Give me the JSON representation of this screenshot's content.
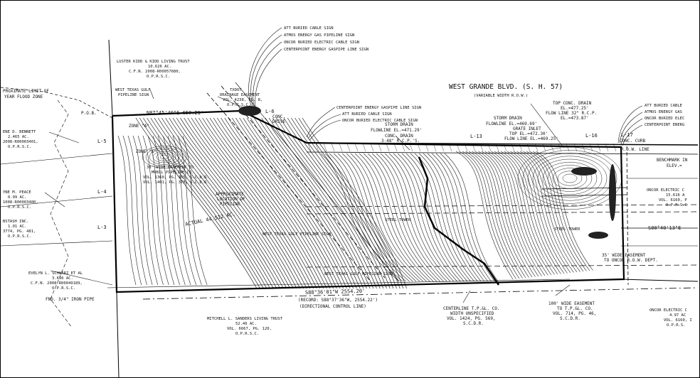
{
  "labels": {
    "road_title": "WEST GRANDE BLVD. (S. H. 57)",
    "road_sub": "(VARIABLE WIDTH R.O.W.)",
    "flood_1": "PROXIMATE LIMIT OF",
    "flood_2": "YEAR FLOOD ZONE",
    "pob": "P.O.B.",
    "bearing_n": "N87°45'40\"E 650.21'",
    "bearing_s": "S88°36'01\"W 2554.20'",
    "record_s": "(RECORD: S88°37'36\"W, 2554.22')",
    "control_line": "(DIRECTIONAL CONTROL LINE)",
    "bearing_e": "S00°40'13\"E",
    "acreage": "ACTUAL 44.512 AC.",
    "zone_a": "ZONE \"A\"",
    "zone_x": "ZONE \"X\"",
    "iron_pipe": "FND. 3/4\" IRON PIPE",
    "row_line": "R.O.W. LINE",
    "conc_curb": "CONC. CURB",
    "benchmark_1": "BENCHMARK IN",
    "benchmark_2": "ELEV.=",
    "conc_drive_1": "CONC.",
    "conc_drive_2": "DRIVE",
    "approx_1": "APPROXIMATE",
    "approx_2": "LOCATION OF",
    "approx_3": "PIPELINE",
    "wtg_pipe_mid": "WEST TEXAS GULF PIPELINE SIGN",
    "wtg_pipe_low": "WEST TEXAS GULF PIPELINE SIGN",
    "conc_drain_1": "CONC. DRAIN",
    "conc_drain_2": "3-48\" R.C.P.'S.",
    "storm_1_a": "STORM DRAIN",
    "storm_1_b": "FLOWLINE EL.=471.29'",
    "storm_2_a": "STORM DRAIN",
    "storm_2_b": "FLOWLINE EL.=469.69'",
    "grate_a": "GRATE INLET",
    "grate_b": "TOP EL.=472.30'",
    "grate_c": "FLOW LINE EL.=469.25'",
    "top_conc_a": "TOP CONC. DRAIN",
    "top_conc_b": "EL.=477.25'",
    "top_conc_c": "FLOW LINE 32\" R.C.P.",
    "top_conc_d": "EL.=473.87'",
    "easement_100_a": "100' WIDE EASEMENT",
    "easement_100_b": "TO T.P.&L. CO.",
    "easement_100_c": "VOL. 714, PG. 46,",
    "easement_100_d": "S.C.D.R.",
    "easement_35_a": "35' WIDE EASEMENT",
    "easement_35_b": "TO ONCOR R.O.W. DEPT.",
    "centerline_a": "CENTERLINE T.P.&L. CO.",
    "centerline_b": "WIDTH UNSPECIFIED",
    "centerline_c": "VOL. 1424, PG. 569,",
    "centerline_d": "S.C.D.R.",
    "inner_easement_a": "30' WIDE EASEMENT TO",
    "inner_easement_b": "MOBIL PIPELINE CO.",
    "inner_easement_c": "VOL. 1360, PG. 165, S.C.D.R.",
    "inner_easement_d": "VOL. 1401, PG. 378, S.C.D.R.",
    "steel_tower_1": "STEEL TOWER",
    "steel_tower_2": "STEEL TOWER",
    "line_courses": [
      "L-5",
      "L-4",
      "L-3",
      "L-6",
      "L-13",
      "L-16",
      "L-17"
    ]
  },
  "sign_callouts_top": [
    "ATT BURIED CABLE SIGN",
    "ATMOS ENERGY GAS PIPELINE SIGN",
    "ONCOR BURIED ELECTRIC CABLE SIGN",
    "CENTERPOINT ENERGY GASPIPE LINE SIGN"
  ],
  "sign_callouts_mid": [
    "CENTERPOINT ENERGY GASPIPE LINE SIGN",
    "ATT BURIED CABLE SIGN",
    "ONCOR BURIED ELECTRIC CABLE SIGN"
  ],
  "sign_callouts_right": [
    "ATT BURIED CABLE",
    "ATMOS ENERGY GAS",
    "ONCOR BURIED ELEC",
    "CENTERPOINT ENERG"
  ],
  "txdot": [
    "TXDOT",
    "DRAINAGE EASEMENT",
    "VOL. 4238, PG. 8,",
    "O.P.R.S.C."
  ],
  "owners": {
    "luster": [
      "LUSTER KIDD & KIDD LIVING TRUST",
      "10.626 AC.",
      "C.F.N. 2008-R00057680,",
      "O.P.R.S.C."
    ],
    "wtg_sign": [
      "WEST TEXAS GULF",
      "PIPELINE SIGN"
    ],
    "bennett": [
      "ENE D. BENNETT",
      "2.465 AC.",
      "2008-R00003401,",
      "O.P.R.S.C."
    ],
    "peace": [
      "YNE M. PEACE",
      "0.99 AC.",
      "1008-R00003400,",
      "O.P.R.S.C."
    ],
    "bstash": [
      "BSTASH INC.",
      "1.01 AC.",
      "3774, PG. 481,",
      "O.P.R.S.C."
    ],
    "schwarz": [
      "EVELYN L. SCHWARZ ET AL",
      "3.696 AC.",
      "C.F.N. 2008-R00049189,",
      "O.P.R.S.C."
    ],
    "sanders": [
      "MITCHELL L. SANDERS LIVING TRUST",
      "52.46 AC.",
      "VOL. 6667, PG. 120,",
      "O.P.R.S.C."
    ],
    "oncor_1": [
      "ONCOR ELECTRIC C",
      "15.616 A",
      "VOL. 6160, P",
      "O.P.R.S.C"
    ],
    "oncor_2": [
      "ONCOR ELECTRIC C",
      "4.97 AC",
      "VOL. 6160, I",
      "O.P.R.S."
    ]
  }
}
